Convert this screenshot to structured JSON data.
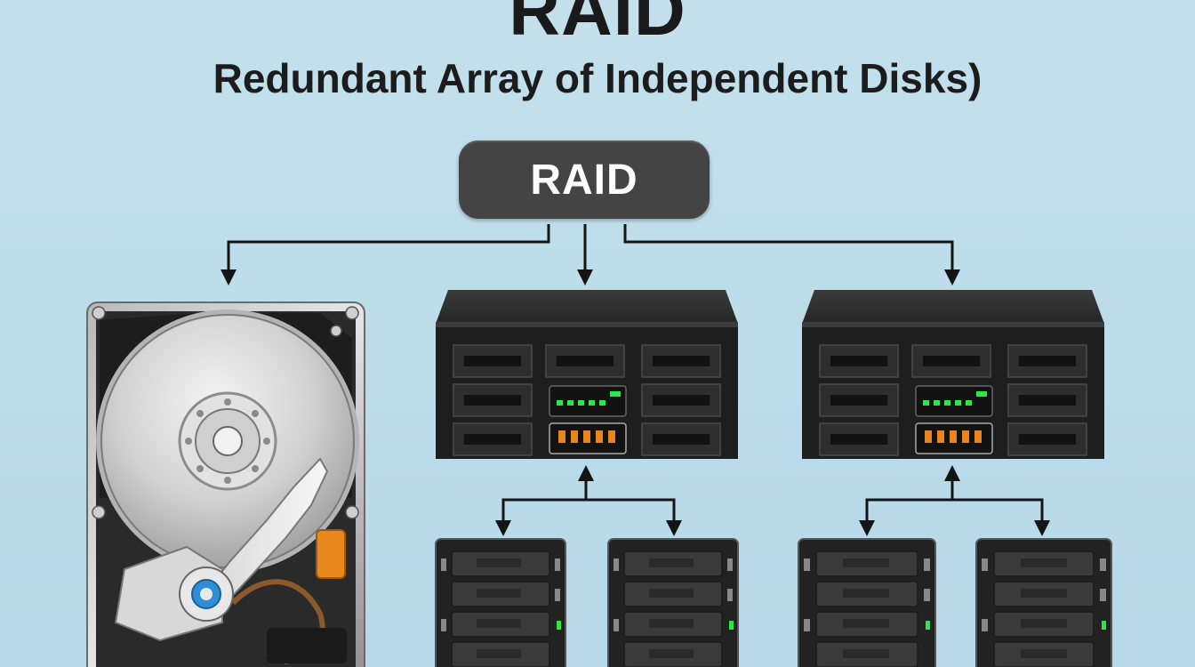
{
  "title": "RAID",
  "subtitle": "Redundant Array of Independent Disks)",
  "controller": {
    "label": "RAID"
  },
  "colors": {
    "background": "#bcdcea",
    "controller_box": "#444444",
    "arrow": "#141414",
    "chassis": "#1e1e1e",
    "led_green": "#2ee64a",
    "led_orange": "#e7861f"
  },
  "icons": [
    "hard-disk-drive-icon",
    "server-chassis-icon",
    "disk-tower-icon"
  ]
}
